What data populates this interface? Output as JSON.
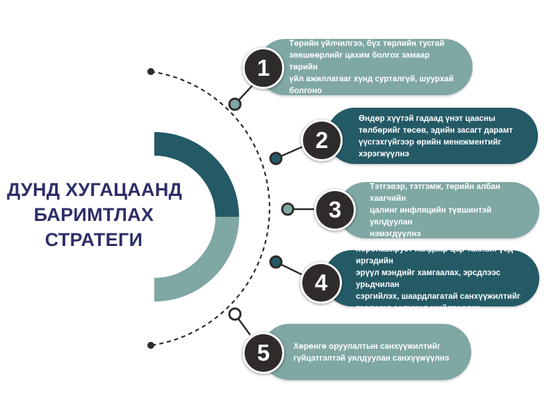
{
  "title": {
    "lines": [
      "ДУНД ХУГАЦААНД",
      "БАРИМТЛАХ",
      "СТРАТЕГИ"
    ]
  },
  "colors": {
    "title": "#2d2e67",
    "pill_light": "#7fa7a4",
    "pill_dark": "#245a66",
    "badge": "#2f2b2a",
    "arc_dark": "#245a66",
    "arc_light": "#7fa7a4"
  },
  "steps": [
    {
      "number": "1",
      "style": "light",
      "lines": [
        "Төрийн үйлчилгээ, бүх төрлийн тусгай",
        "зөвшөөрлийг цахим болгох замаар төрийн",
        "үйл ажиллагааг хүнд сурталгүй, шуурхай",
        "болгоно"
      ]
    },
    {
      "number": "2",
      "style": "dark",
      "lines": [
        "Өндөр хүүтэй гадаад үнэт цаасны",
        "төлбөрийг төсөв, эдийн засагт дарамт",
        "үүсгэхгүйгээр өрийн менежментийг",
        "хэрэгжүүлнэ"
      ]
    },
    {
      "number": "3",
      "style": "light",
      "lines": [
        "Тэтгэвэр, тэтгэмж, төрийн албан хаагчийн",
        "цалинг инфляцийн түвшинтэй уялдуулан",
        "нэмэгдүүлнэ"
      ]
    },
    {
      "number": "4",
      "style": "dark",
      "lines": [
        "Коронавируст халдвар цар тахлын үед иргэдийн",
        "эрүүл мэндийг хамгаалах, эрсдлээс урьдчилан",
        "сэргийлэх, шаардлагатай санхүүжилтийг",
        "тэргүүнд ээлжинд шийдвэрлэх"
      ]
    },
    {
      "number": "5",
      "style": "light",
      "lines": [
        "Хөрөнгө оруулалтын санхүүжилтийг",
        "гүйцэтгэлтэй уялдуулан санхүүжүүлнэ"
      ]
    }
  ]
}
